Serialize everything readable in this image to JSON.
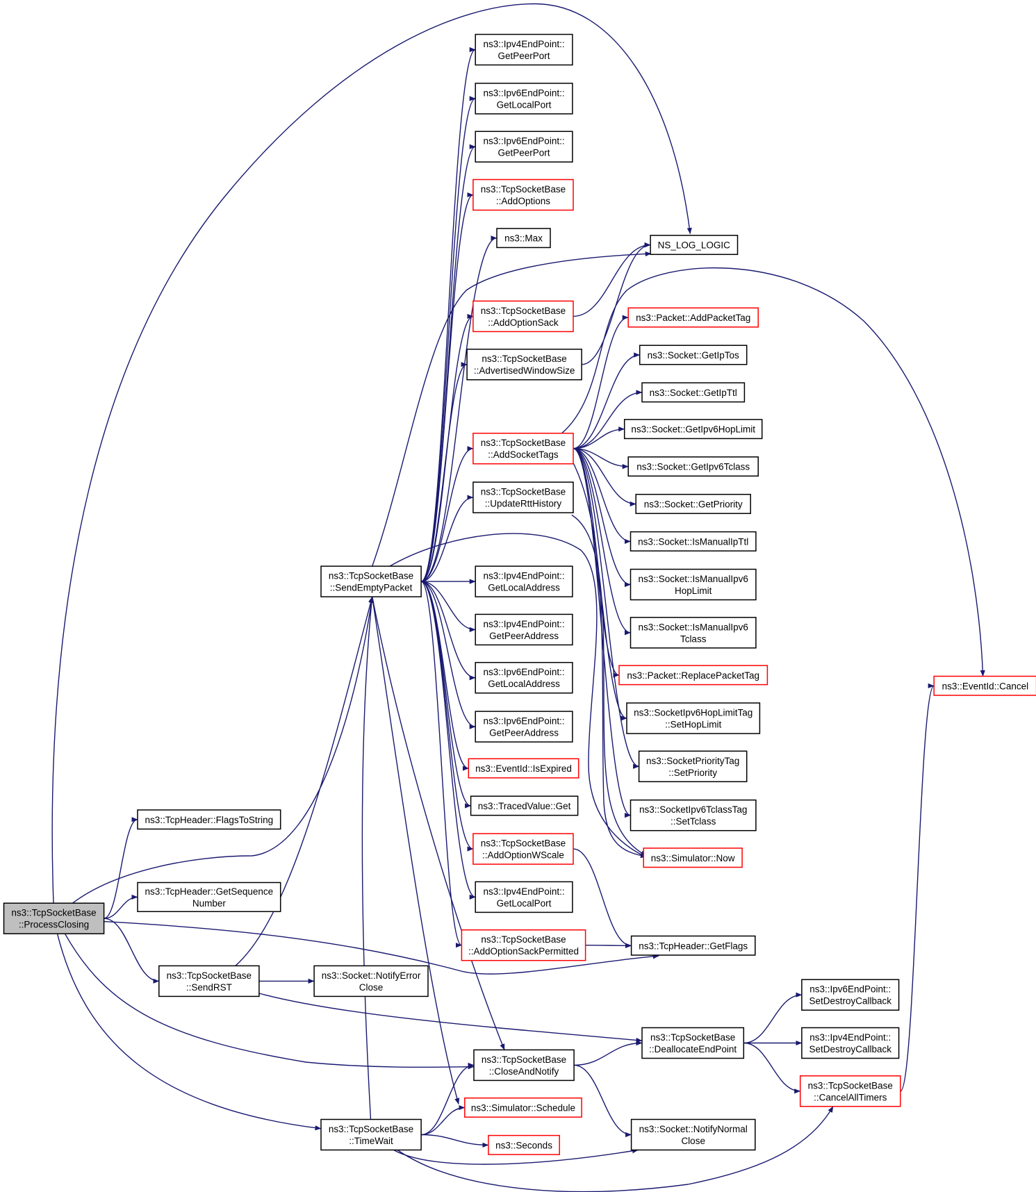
{
  "colors": {
    "edge": "#191970",
    "root_fill": "#bfbfbf",
    "border_complete": "#000000",
    "border_incomplete": "#ff0000"
  },
  "nodes": {
    "processClosing": {
      "lines": [
        "ns3::TcpSocketBase",
        "::ProcessClosing"
      ],
      "kind": "root"
    },
    "flagsToString": {
      "lines": [
        "ns3::TcpHeader::FlagsToString"
      ],
      "kind": "complete"
    },
    "getSequenceNumber": {
      "lines": [
        "ns3::TcpHeader::GetSequence",
        "Number"
      ],
      "kind": "complete"
    },
    "sendRST": {
      "lines": [
        "ns3::TcpSocketBase",
        "::SendRST"
      ],
      "kind": "complete"
    },
    "timeWait": {
      "lines": [
        "ns3::TcpSocketBase",
        "::TimeWait"
      ],
      "kind": "complete"
    },
    "sendEmptyPacket": {
      "lines": [
        "ns3::TcpSocketBase",
        "::SendEmptyPacket"
      ],
      "kind": "complete"
    },
    "notifyErrorClose": {
      "lines": [
        "ns3::Socket::NotifyError",
        "Close"
      ],
      "kind": "complete"
    },
    "v4GetPeerPort": {
      "lines": [
        "ns3::Ipv4EndPoint::",
        "GetPeerPort"
      ],
      "kind": "complete"
    },
    "v6GetLocalPort": {
      "lines": [
        "ns3::Ipv6EndPoint::",
        "GetLocalPort"
      ],
      "kind": "complete"
    },
    "v6GetPeerPort": {
      "lines": [
        "ns3::Ipv6EndPoint::",
        "GetPeerPort"
      ],
      "kind": "complete"
    },
    "addOptions": {
      "lines": [
        "ns3::TcpSocketBase",
        "::AddOptions"
      ],
      "kind": "incomplete"
    },
    "max": {
      "lines": [
        "ns3::Max"
      ],
      "kind": "complete"
    },
    "addOptionSack": {
      "lines": [
        "ns3::TcpSocketBase",
        "::AddOptionSack"
      ],
      "kind": "incomplete"
    },
    "advertisedWindowSize": {
      "lines": [
        "ns3::TcpSocketBase",
        "::AdvertisedWindowSize"
      ],
      "kind": "complete"
    },
    "addSocketTags": {
      "lines": [
        "ns3::TcpSocketBase",
        "::AddSocketTags"
      ],
      "kind": "incomplete"
    },
    "updateRttHistory": {
      "lines": [
        "ns3::TcpSocketBase",
        "::UpdateRttHistory"
      ],
      "kind": "complete"
    },
    "v4GetLocalAddress": {
      "lines": [
        "ns3::Ipv4EndPoint::",
        "GetLocalAddress"
      ],
      "kind": "complete"
    },
    "v4GetPeerAddress": {
      "lines": [
        "ns3::Ipv4EndPoint::",
        "GetPeerAddress"
      ],
      "kind": "complete"
    },
    "v6GetLocalAddress": {
      "lines": [
        "ns3::Ipv6EndPoint::",
        "GetLocalAddress"
      ],
      "kind": "complete"
    },
    "v6GetPeerAddress": {
      "lines": [
        "ns3::Ipv6EndPoint::",
        "GetPeerAddress"
      ],
      "kind": "complete"
    },
    "isExpired": {
      "lines": [
        "ns3::EventId::IsExpired"
      ],
      "kind": "incomplete"
    },
    "tracedValueGet": {
      "lines": [
        "ns3::TracedValue::Get"
      ],
      "kind": "complete"
    },
    "addOptionWScale": {
      "lines": [
        "ns3::TcpSocketBase",
        "::AddOptionWScale"
      ],
      "kind": "incomplete"
    },
    "v4GetLocalPort": {
      "lines": [
        "ns3::Ipv4EndPoint::",
        "GetLocalPort"
      ],
      "kind": "complete"
    },
    "addOptionSackPermitted": {
      "lines": [
        "ns3::TcpSocketBase",
        "::AddOptionSackPermitted"
      ],
      "kind": "incomplete"
    },
    "closeAndNotify": {
      "lines": [
        "ns3::TcpSocketBase",
        "::CloseAndNotify"
      ],
      "kind": "complete"
    },
    "schedule": {
      "lines": [
        "ns3::Simulator::Schedule"
      ],
      "kind": "incomplete"
    },
    "seconds": {
      "lines": [
        "ns3::Seconds"
      ],
      "kind": "incomplete"
    },
    "nsLogLogic": {
      "lines": [
        "NS_LOG_LOGIC"
      ],
      "kind": "complete"
    },
    "addPacketTag": {
      "lines": [
        "ns3::Packet::AddPacketTag"
      ],
      "kind": "incomplete"
    },
    "getIpTos": {
      "lines": [
        "ns3::Socket::GetIpTos"
      ],
      "kind": "complete"
    },
    "getIpTtl": {
      "lines": [
        "ns3::Socket::GetIpTtl"
      ],
      "kind": "complete"
    },
    "getIpv6HopLimit": {
      "lines": [
        "ns3::Socket::GetIpv6HopLimit"
      ],
      "kind": "complete"
    },
    "getIpv6Tclass": {
      "lines": [
        "ns3::Socket::GetIpv6Tclass"
      ],
      "kind": "complete"
    },
    "getPriority": {
      "lines": [
        "ns3::Socket::GetPriority"
      ],
      "kind": "complete"
    },
    "isManualIpTtl": {
      "lines": [
        "ns3::Socket::IsManualIpTtl"
      ],
      "kind": "complete"
    },
    "isManualIpv6HopLimit": {
      "lines": [
        "ns3::Socket::IsManualIpv6",
        "HopLimit"
      ],
      "kind": "complete"
    },
    "isManualIpv6Tclass": {
      "lines": [
        "ns3::Socket::IsManualIpv6",
        "Tclass"
      ],
      "kind": "complete"
    },
    "replacePacketTag": {
      "lines": [
        "ns3::Packet::ReplacePacketTag"
      ],
      "kind": "incomplete"
    },
    "setHopLimit": {
      "lines": [
        "ns3::SocketIpv6HopLimitTag",
        "::SetHopLimit"
      ],
      "kind": "complete"
    },
    "setPriority": {
      "lines": [
        "ns3::SocketPriorityTag",
        "::SetPriority"
      ],
      "kind": "complete"
    },
    "setTclass": {
      "lines": [
        "ns3::SocketIpv6TclassTag",
        "::SetTclass"
      ],
      "kind": "complete"
    },
    "simulatorNow": {
      "lines": [
        "ns3::Simulator::Now"
      ],
      "kind": "incomplete"
    },
    "getFlags": {
      "lines": [
        "ns3::TcpHeader::GetFlags"
      ],
      "kind": "complete"
    },
    "deallocateEndPoint": {
      "lines": [
        "ns3::TcpSocketBase",
        "::DeallocateEndPoint"
      ],
      "kind": "complete"
    },
    "notifyNormalClose": {
      "lines": [
        "ns3::Socket::NotifyNormal",
        "Close"
      ],
      "kind": "complete"
    },
    "v6SetDestroyCallback": {
      "lines": [
        "ns3::Ipv6EndPoint::",
        "SetDestroyCallback"
      ],
      "kind": "complete"
    },
    "v4SetDestroyCallback": {
      "lines": [
        "ns3::Ipv4EndPoint::",
        "SetDestroyCallback"
      ],
      "kind": "complete"
    },
    "cancelAllTimers": {
      "lines": [
        "ns3::TcpSocketBase",
        "::CancelAllTimers"
      ],
      "kind": "incomplete"
    },
    "eventIdCancel": {
      "lines": [
        "ns3::EventId::Cancel"
      ],
      "kind": "incomplete"
    }
  },
  "edges": [
    [
      "processClosing",
      "nsLogLogic"
    ],
    [
      "processClosing",
      "flagsToString"
    ],
    [
      "processClosing",
      "getSequenceNumber"
    ],
    [
      "processClosing",
      "sendEmptyPacket"
    ],
    [
      "processClosing",
      "sendRST"
    ],
    [
      "processClosing",
      "getFlags"
    ],
    [
      "processClosing",
      "closeAndNotify"
    ],
    [
      "processClosing",
      "timeWait"
    ],
    [
      "sendRST",
      "sendEmptyPacket"
    ],
    [
      "sendRST",
      "notifyErrorClose"
    ],
    [
      "sendRST",
      "deallocateEndPoint"
    ],
    [
      "timeWait",
      "closeAndNotify"
    ],
    [
      "timeWait",
      "schedule"
    ],
    [
      "timeWait",
      "seconds"
    ],
    [
      "timeWait",
      "notifyNormalClose"
    ],
    [
      "timeWait",
      "cancelAllTimers"
    ],
    [
      "timeWait",
      "sendEmptyPacket"
    ],
    [
      "sendEmptyPacket",
      "v4GetPeerPort"
    ],
    [
      "sendEmptyPacket",
      "v6GetLocalPort"
    ],
    [
      "sendEmptyPacket",
      "v6GetPeerPort"
    ],
    [
      "sendEmptyPacket",
      "addOptions"
    ],
    [
      "sendEmptyPacket",
      "max"
    ],
    [
      "sendEmptyPacket",
      "nsLogLogic"
    ],
    [
      "sendEmptyPacket",
      "addOptionSack"
    ],
    [
      "sendEmptyPacket",
      "advertisedWindowSize"
    ],
    [
      "sendEmptyPacket",
      "addSocketTags"
    ],
    [
      "sendEmptyPacket",
      "updateRttHistory"
    ],
    [
      "sendEmptyPacket",
      "simulatorNow"
    ],
    [
      "sendEmptyPacket",
      "v4GetLocalAddress"
    ],
    [
      "sendEmptyPacket",
      "v4GetPeerAddress"
    ],
    [
      "sendEmptyPacket",
      "v6GetLocalAddress"
    ],
    [
      "sendEmptyPacket",
      "v6GetPeerAddress"
    ],
    [
      "sendEmptyPacket",
      "isExpired"
    ],
    [
      "sendEmptyPacket",
      "tracedValueGet"
    ],
    [
      "sendEmptyPacket",
      "addOptionWScale"
    ],
    [
      "sendEmptyPacket",
      "v4GetLocalPort"
    ],
    [
      "sendEmptyPacket",
      "addOptionSackPermitted"
    ],
    [
      "sendEmptyPacket",
      "closeAndNotify"
    ],
    [
      "sendEmptyPacket",
      "schedule"
    ],
    [
      "addOptionSack",
      "nsLogLogic"
    ],
    [
      "advertisedWindowSize",
      "nsLogLogic"
    ],
    [
      "addSocketTags",
      "addPacketTag"
    ],
    [
      "addSocketTags",
      "getIpTos"
    ],
    [
      "addSocketTags",
      "getIpTtl"
    ],
    [
      "addSocketTags",
      "getIpv6HopLimit"
    ],
    [
      "addSocketTags",
      "getIpv6Tclass"
    ],
    [
      "addSocketTags",
      "getPriority"
    ],
    [
      "addSocketTags",
      "isManualIpTtl"
    ],
    [
      "addSocketTags",
      "isManualIpv6HopLimit"
    ],
    [
      "addSocketTags",
      "isManualIpv6Tclass"
    ],
    [
      "addSocketTags",
      "replacePacketTag"
    ],
    [
      "addSocketTags",
      "setHopLimit"
    ],
    [
      "addSocketTags",
      "setPriority"
    ],
    [
      "addSocketTags",
      "setTclass"
    ],
    [
      "addSocketTags",
      "simulatorNow"
    ],
    [
      "addSocketTags",
      "eventIdCancel"
    ],
    [
      "updateRttHistory",
      "simulatorNow"
    ],
    [
      "addOptionWScale",
      "getFlags"
    ],
    [
      "addOptionSackPermitted",
      "getFlags"
    ],
    [
      "closeAndNotify",
      "deallocateEndPoint"
    ],
    [
      "closeAndNotify",
      "notifyNormalClose"
    ],
    [
      "deallocateEndPoint",
      "v6SetDestroyCallback"
    ],
    [
      "deallocateEndPoint",
      "v4SetDestroyCallback"
    ],
    [
      "deallocateEndPoint",
      "cancelAllTimers"
    ],
    [
      "cancelAllTimers",
      "eventIdCancel"
    ]
  ]
}
